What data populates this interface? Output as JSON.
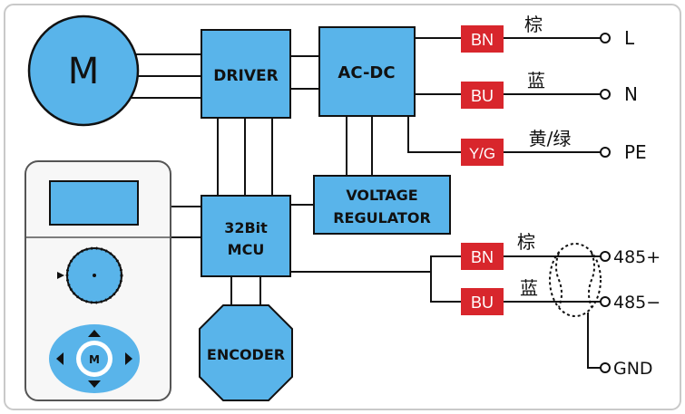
{
  "colors": {
    "block_fill": "#59b4ea",
    "block_stroke": "#111111",
    "tag_fill": "#d8262c",
    "wire": "#111111",
    "panel_fill": "#f7f7f7",
    "panel_stroke": "#555555"
  },
  "icons": [
    "motor-icon",
    "dial-icon",
    "dpad-icon"
  ],
  "blocks": {
    "motor": "M",
    "driver": "DRIVER",
    "acdc": "AC-DC",
    "voltage_regulator": [
      "VOLTAGE",
      "REGULATOR"
    ],
    "mcu": [
      "32Bit",
      "MCU"
    ],
    "encoder": "ENCODER"
  },
  "controller": {
    "dpad_center": "M"
  },
  "power_lines": [
    {
      "tag": "BN",
      "cn": "棕",
      "terminal": "L"
    },
    {
      "tag": "BU",
      "cn": "蓝",
      "terminal": "N"
    },
    {
      "tag": "Y/G",
      "cn": "黄/绿",
      "terminal": "PE"
    }
  ],
  "rs485_lines": [
    {
      "tag": "BN",
      "cn": "棕",
      "terminal": "485+"
    },
    {
      "tag": "BU",
      "cn": "蓝",
      "terminal": "485−"
    }
  ],
  "ground_terminal": "GND"
}
